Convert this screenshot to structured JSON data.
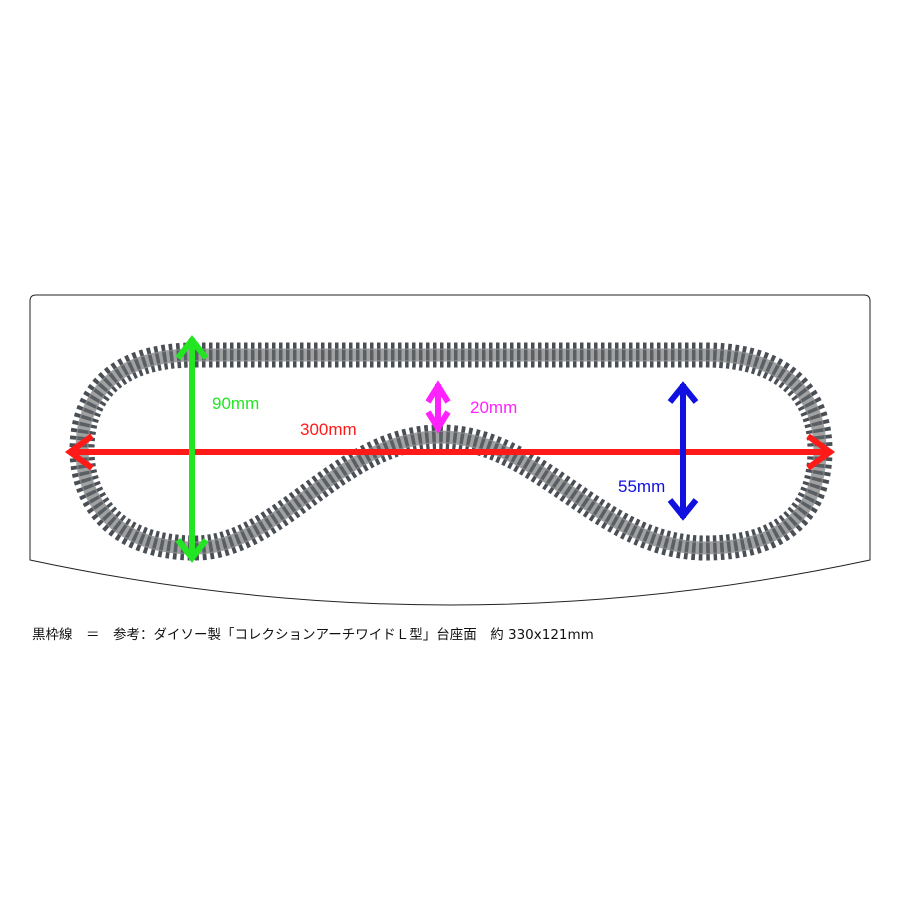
{
  "labels": {
    "width": "300mm",
    "depth": "90mm",
    "gap": "20mm",
    "inner": "55mm"
  },
  "caption": "黒枠線　＝　参考：ダイソー製「コレクションアーチワイドＬ型」台座面　約 330x121mm",
  "colors": {
    "width": "#ff1a1a",
    "depth": "#22e622",
    "gap": "#ff22ff",
    "inner": "#1010e0",
    "ties": "#4a4f55",
    "rails": "#8a8a8a"
  }
}
